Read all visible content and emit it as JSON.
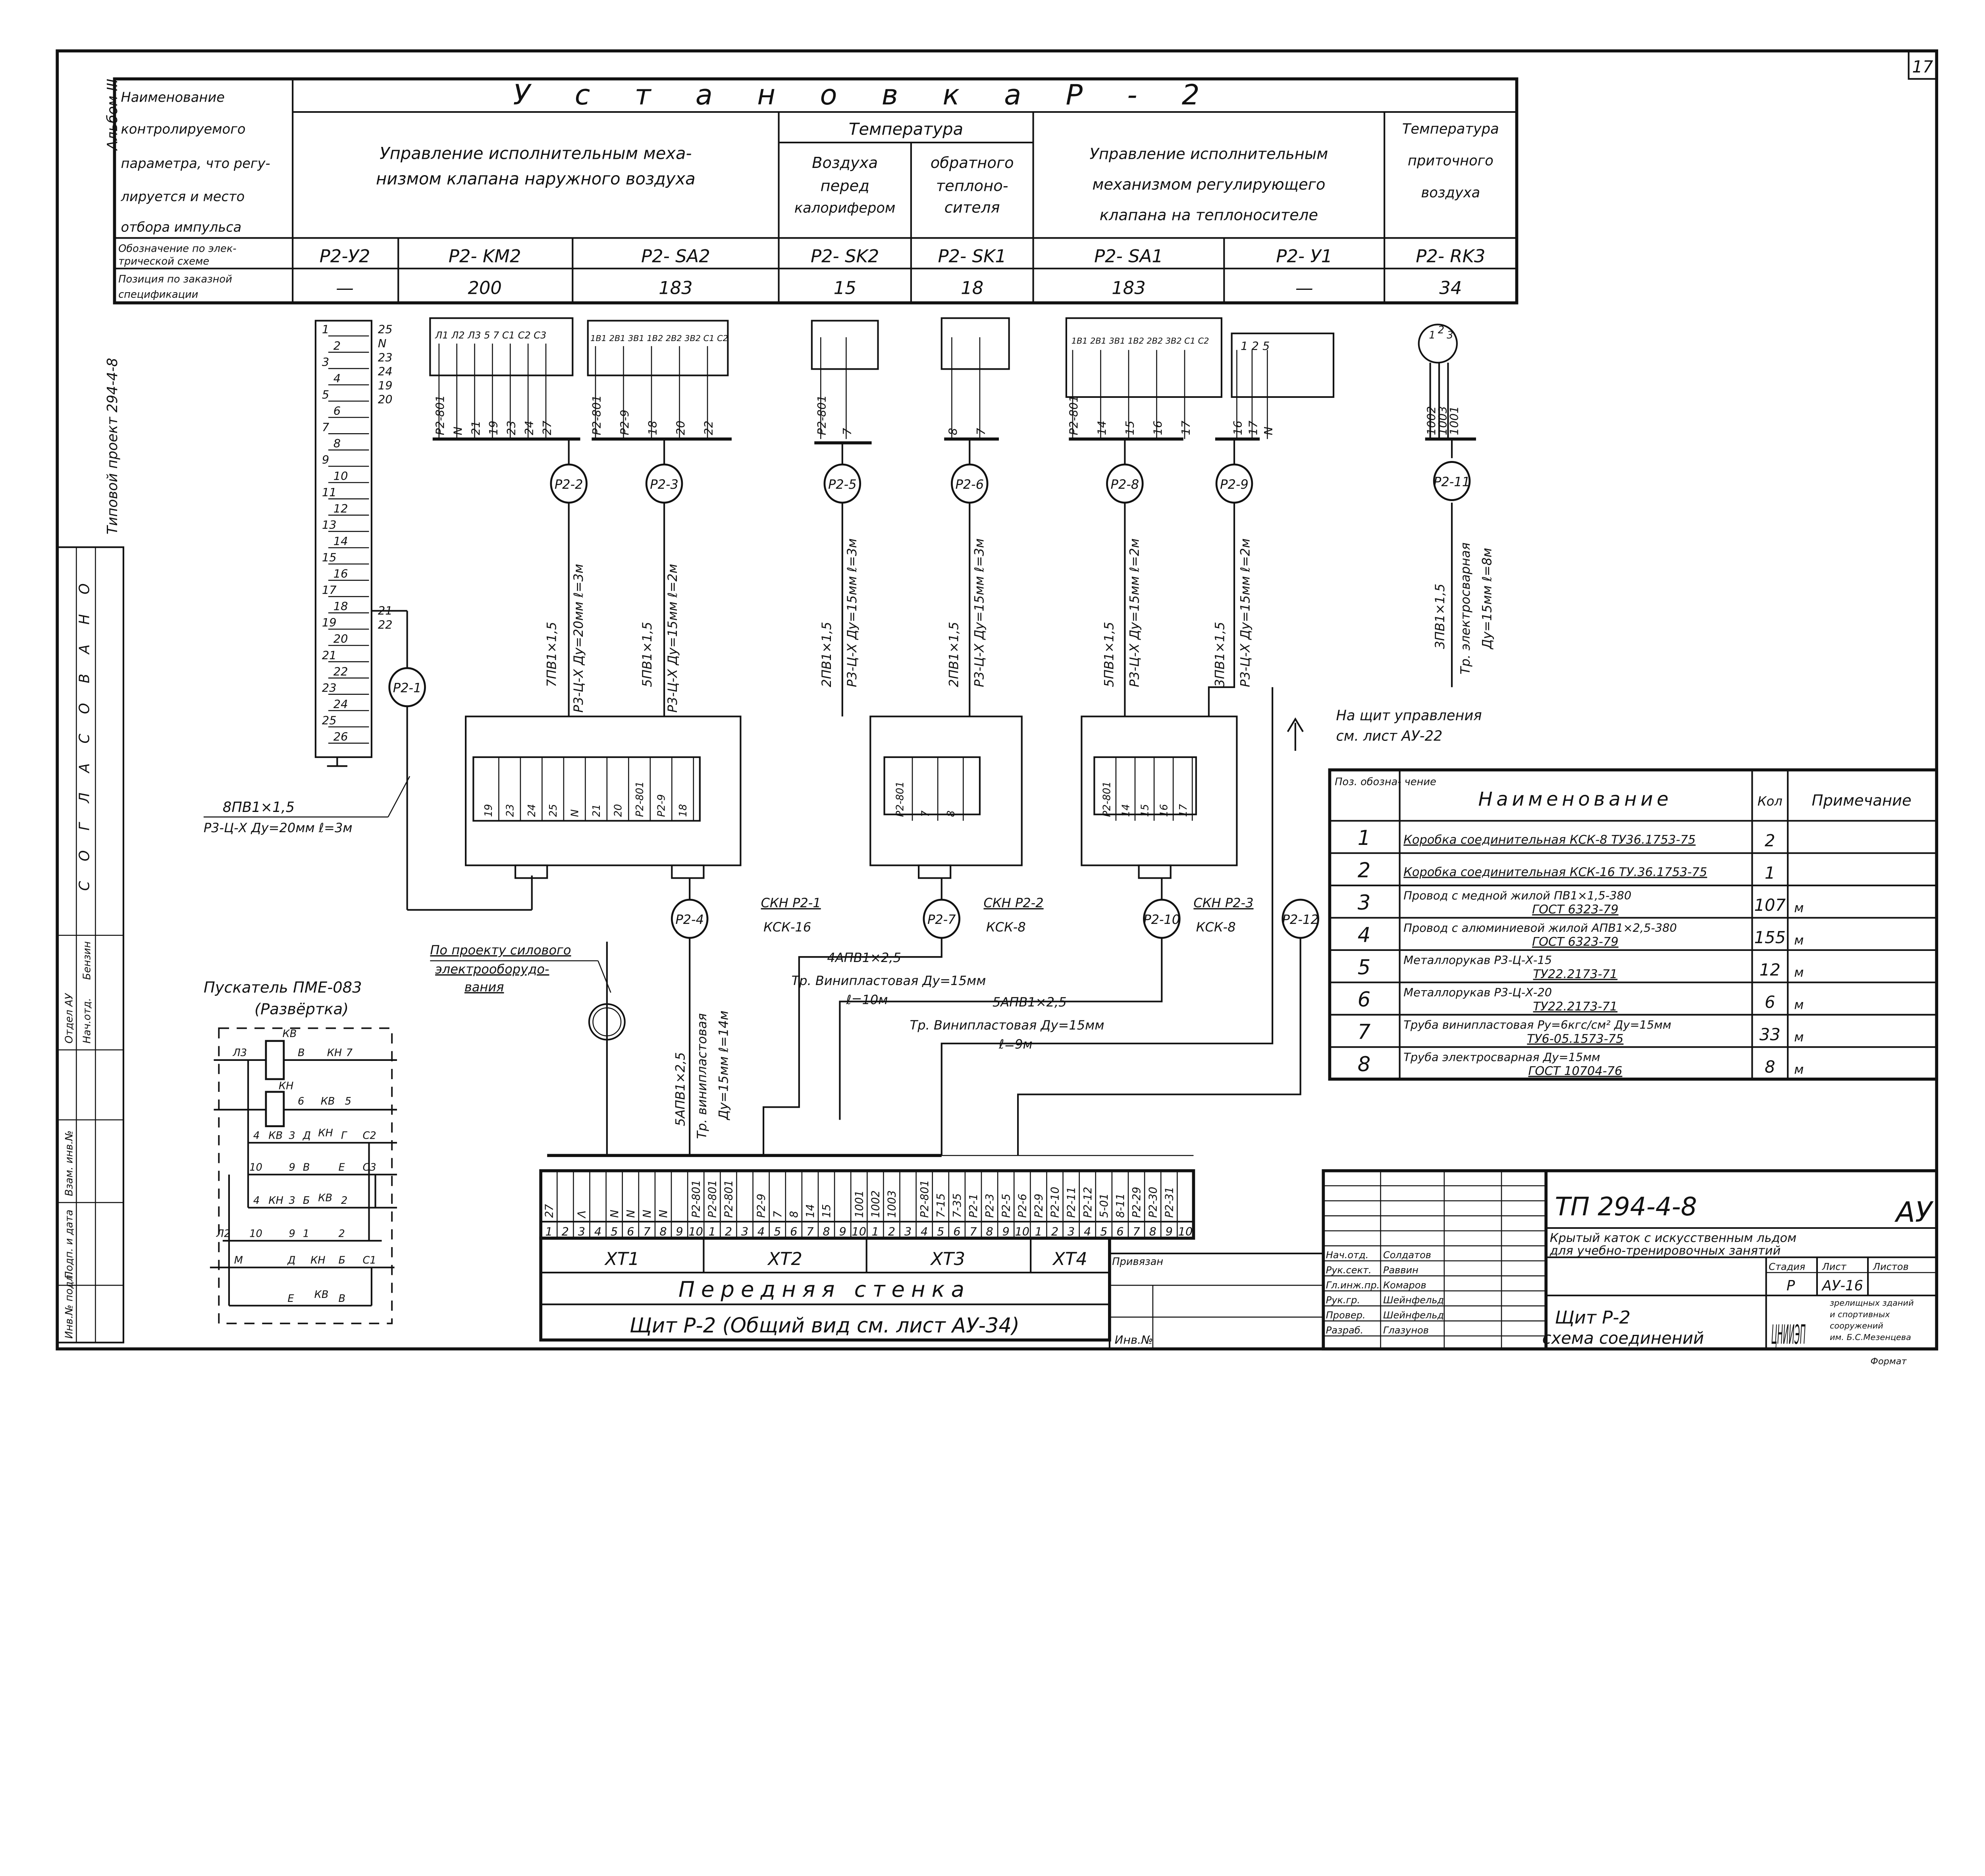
{
  "sheet_number": "17",
  "left_strip": {
    "album": "Альбом III",
    "project": "Типовой проект 294-4-8",
    "agreed": "С О Г Л А С О В А Н О",
    "labels": [
      "Инв.№ подл.",
      "Подп. и дата",
      "Взам. инв.№",
      "Нач.отд.",
      "Отдел АУ",
      "Бензин"
    ]
  },
  "header": {
    "installation": "У с т а н о в к а     Р - 2",
    "row_label": [
      "Наименование",
      "контролируемого",
      "параметра, что регу-",
      "лируется и место",
      "отбора импульса"
    ],
    "designation_label": [
      "Обозначение по элек-",
      "трической схеме"
    ],
    "position_label": [
      "Позиция по заказной",
      "спецификации"
    ],
    "group1": [
      "Управление исполнительным меха-",
      "низмом клапана наружного воздуха"
    ],
    "temperature": "Температура",
    "temp_air": [
      "Воздуха",
      "перед",
      "калорифером"
    ],
    "temp_return": [
      "обратного",
      "теплоно-",
      "сителя"
    ],
    "group3": [
      "Управление исполнительным",
      "механизмом регулирующего",
      "клапана на теплоносителе"
    ],
    "group4": [
      "Температура",
      "приточного",
      "воздуха"
    ],
    "designations": [
      "P2-У2",
      "P2- KM2",
      "P2- SA2",
      "P2- SK2",
      "P2- SK1",
      "P2- SA1",
      "P2- У1",
      "P2- RK3"
    ],
    "positions": [
      "—",
      "200",
      "183",
      "15",
      "18",
      "183",
      "—",
      "34"
    ]
  },
  "devices": {
    "km2_terms": "Л1 Л2 Л3 5 7 С1 С2 С3",
    "km2_wires": [
      "P2-801",
      "N",
      "21",
      "19",
      "23",
      "24",
      "27"
    ],
    "sa2_terms": "1B1 2B1 3B1 1B2 2B2 3B2 С1 С2",
    "sa2_wires": [
      "P2-801",
      "P2-9",
      "18",
      "20",
      "22"
    ],
    "sk2_wires": [
      "P2-801",
      "7"
    ],
    "sk1_wires": [
      "8",
      "7"
    ],
    "sa1_terms": "1B1 2B1 3B1 1B2 2B2 3B2 С1 С2",
    "sa1_wires": [
      "P2-801",
      "14",
      "15",
      "16",
      "17"
    ],
    "y1_terms": "1 2 5",
    "y1_wires": [
      "16",
      "17",
      "N"
    ],
    "rk3_terms": [
      "1",
      "2",
      "3"
    ],
    "rk3_wires": [
      "1002",
      "1003",
      "1001"
    ]
  },
  "terminal_block_left": {
    "numbers": [
      "1",
      "2",
      "3",
      "4",
      "5",
      "6",
      "7",
      "8",
      "9",
      "10",
      "11",
      "12",
      "13",
      "14",
      "15",
      "16",
      "17",
      "18",
      "19",
      "20",
      "21",
      "22",
      "23",
      "24",
      "25",
      "26"
    ],
    "right_labels": [
      "25",
      "N",
      "23",
      "24",
      "19",
      "20",
      "21",
      "22"
    ]
  },
  "circles": [
    "P2-1",
    "P2-2",
    "P2-3",
    "P2-4",
    "P2-5",
    "P2-6",
    "P2-7",
    "P2-8",
    "P2-9",
    "P2-10",
    "P2-11",
    "P2-12"
  ],
  "cables": {
    "c1a": "8ПВ1×1,5",
    "c1b": "Р3-Ц-Х Ду=20мм ℓ=3м",
    "c2a": "7ПВ1×1,5",
    "c2b": "Р3-Ц-Х Ду=20мм ℓ=3м",
    "c3a": "5ПВ1×1,5",
    "c3b": "Р3-Ц-Х Ду=15мм ℓ=2м",
    "c5a": "2ПВ1×1,5",
    "c5b": "Р3-Ц-Х Ду=15мм ℓ=3м",
    "c6a": "2ПВ1×1,5",
    "c6b": "Р3-Ц-Х Ду=15мм ℓ=3м",
    "c8a": "5ПВ1×1,5",
    "c8b": "Р3-Ц-Х Ду=15мм ℓ=2м",
    "c9a": "3ПВ1×1,5",
    "c9b": "Р3-Ц-Х Ду=15мм ℓ=2м",
    "c11a": "3ПВ1×1,5",
    "c11b": "Тр. электросварная",
    "c11c": "Ду=15мм ℓ=8м",
    "c4a": "5АПВ1×2,5",
    "c4b": "Тр. винипластовая",
    "c4c": "Ду=15мм ℓ=14м",
    "c7a": "4АПВ1×2,5",
    "c7b": "Тр. Винипластовая Ду=15мм",
    "c7c": "ℓ=10м",
    "c10a": "5АПВ1×2,5",
    "c10b": "Тр. Винипластовая Ду=15мм",
    "c10c": "ℓ=9м"
  },
  "boxes": {
    "b1a": "СКН Р2-1",
    "b1b": "КСК-16",
    "b1_terms": [
      "19",
      "23",
      "24",
      "25",
      "N",
      "21",
      "20",
      "P2-801",
      "P2-9",
      "18"
    ],
    "b2a": "СКН Р2-2",
    "b2b": "КСК-8",
    "b2_terms": [
      "P2-801",
      "7",
      "8"
    ],
    "b3a": "СКН Р2-3",
    "b3b": "КСК-8",
    "b3_terms": [
      "P2-801",
      "14",
      "15",
      "16",
      "17"
    ]
  },
  "to_panel": [
    "На щит управления",
    "см. лист АУ-22"
  ],
  "power_note": [
    "По проекту силового",
    "электрооборудо-",
    "вания"
  ],
  "starter": {
    "title": "Пускатель ПМЕ-083",
    "subtitle": "(Развёртка)",
    "labels": [
      "Л3",
      "КВ",
      "В",
      "КН",
      "7",
      "КН",
      "6",
      "КВ",
      "5",
      "4",
      "КВ",
      "3",
      "Д",
      "КН",
      "Г",
      "С2",
      "10",
      "9",
      "В",
      "Е",
      "С3",
      "4",
      "КН",
      "3",
      "Б",
      "КВ",
      "2",
      "Л2",
      "10",
      "9",
      "1",
      "2",
      "М",
      "Д",
      "КН",
      "Б",
      "С1",
      "Е",
      "КВ",
      "В"
    ]
  },
  "terminal_strip": {
    "labels": [
      "27",
      "",
      "Λ",
      "",
      "N",
      "N",
      "N",
      "N",
      "",
      "P2-801",
      "P2-801",
      "P2-801",
      "",
      "P2-9",
      "7",
      "8",
      "14",
      "15",
      "",
      "1001",
      "1002",
      "1003",
      "",
      "P2-801",
      "7-15",
      "7-35",
      "P2-1",
      "P2-3",
      "P2-5",
      "P2-6",
      "P2-9",
      "P2-10",
      "P2-11",
      "P2-12",
      "5-01",
      "8-11",
      "P2-29",
      "P2-30",
      "P2-31",
      ""
    ],
    "numbers": [
      "1",
      "2",
      "3",
      "4",
      "5",
      "6",
      "7",
      "8",
      "9",
      "10",
      "1",
      "2",
      "3",
      "4",
      "5",
      "6",
      "7",
      "8",
      "9",
      "10",
      "1",
      "2",
      "3",
      "4",
      "5",
      "6",
      "7",
      "8",
      "9",
      "10",
      "1",
      "2",
      "3",
      "4",
      "5",
      "6",
      "7",
      "8",
      "9",
      "10"
    ],
    "groups": [
      "XT1",
      "XT2",
      "XT3",
      "XT4"
    ],
    "wall": "Передняя   стенка",
    "panel": "Щит  Р-2  (Общий вид см. лист АУ-34)",
    "attached": "Привязан",
    "inv": "Инв.№"
  },
  "spec": {
    "headers": [
      "Поз. обозна- чение",
      "Наименование",
      "Кол",
      "Примечание"
    ],
    "rows": [
      {
        "pos": "1",
        "name": "Коробка соединительная КСК-8 ТУ36.1753-75",
        "name2": "",
        "qty": "2",
        "note": ""
      },
      {
        "pos": "2",
        "name": "Коробка соединительная КСК-16 ТУ.36.1753-75",
        "name2": "",
        "qty": "1",
        "note": ""
      },
      {
        "pos": "3",
        "name": "Провод с медной жилой ПВ1×1,5-380",
        "name2": "ГОСТ 6323-79",
        "qty": "107",
        "note": "м"
      },
      {
        "pos": "4",
        "name": "Провод с алюминиевой жилой АПВ1×2,5-380",
        "name2": "ГОСТ 6323-79",
        "qty": "155",
        "note": "м"
      },
      {
        "pos": "5",
        "name": "Металлорукав Р3-Ц-Х-15",
        "name2": "ТУ22.2173-71",
        "qty": "12",
        "note": "м"
      },
      {
        "pos": "6",
        "name": "Металлорукав Р3-Ц-Х-20",
        "name2": "ТУ22.2173-71",
        "qty": "6",
        "note": "м"
      },
      {
        "pos": "7",
        "name": "Труба винипластовая Ру=6кгс/см² Ду=15мм",
        "name2": "ТУ6-05.1573-75",
        "qty": "33",
        "note": "м"
      },
      {
        "pos": "8",
        "name": "Труба электросварная Ду=15мм",
        "name2": "ГОСТ 10704-76",
        "qty": "8",
        "note": "м"
      }
    ]
  },
  "title_block": {
    "code": "ТП 294-4-8",
    "mark": "АУ",
    "object": [
      "Крытый каток с искусственным льдом",
      "для учебно-тренировочных занятий"
    ],
    "stage_h": "Стадия",
    "sheet_h": "Лист",
    "sheets_h": "Листов",
    "stage": "Р",
    "sheet": "АУ-16",
    "drawing": [
      "Щит  Р-2",
      "схема соединений"
    ],
    "org_logo": "ЦНИИЭП",
    "org": [
      "зрелищных зданий",
      "и спортивных",
      "сооружений",
      "им. Б.С.Мезенцева"
    ],
    "roles": [
      "Нач.отд.",
      "Рук.сект.",
      "Гл.инж.пр.",
      "Рук.гр.",
      "Провер.",
      "Разраб."
    ],
    "names": [
      "Солдатов",
      "Раввин",
      "Комаров",
      "Шейнфельд",
      "Шейнфельд",
      "Глазунов"
    ],
    "format": "Формат"
  }
}
